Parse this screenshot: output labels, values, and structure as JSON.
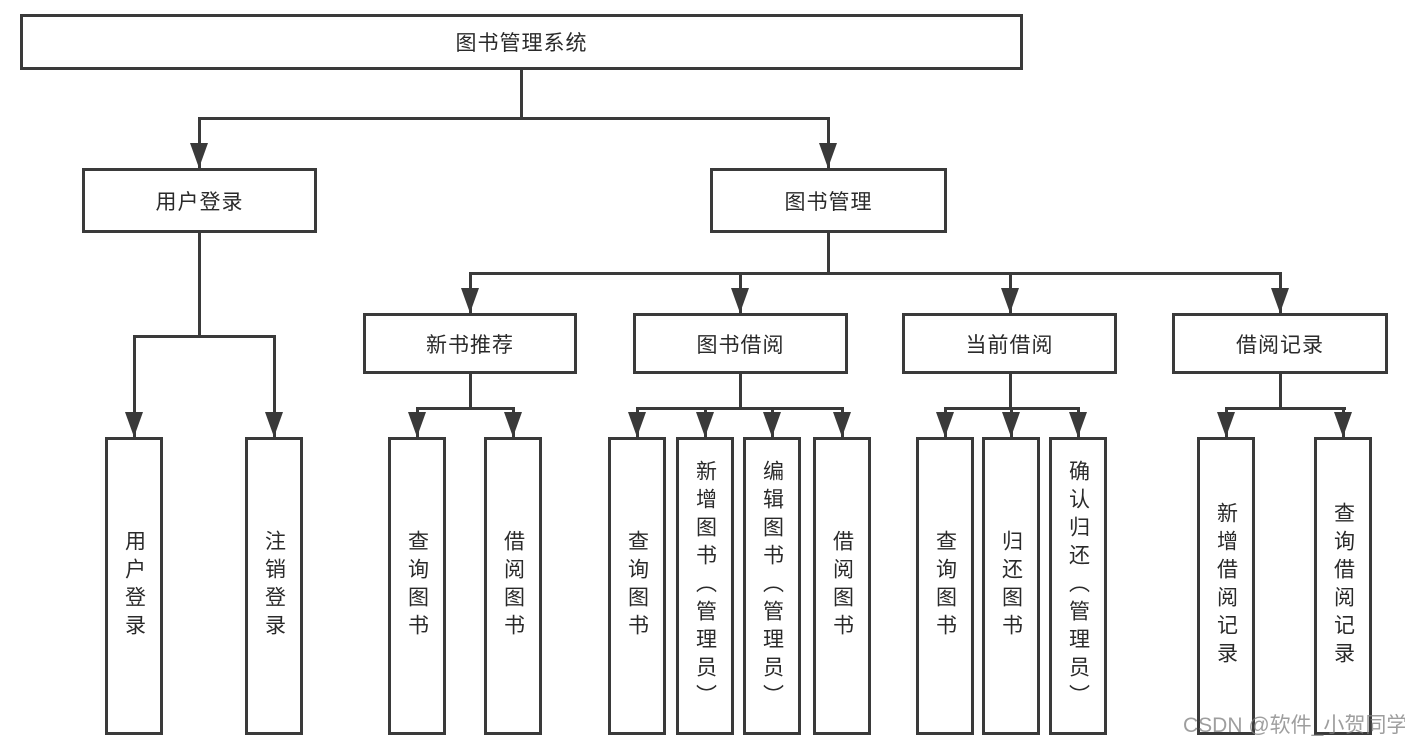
{
  "diagram": {
    "root": {
      "label": "图书管理系统"
    },
    "level2": [
      {
        "label": "用户登录"
      },
      {
        "label": "图书管理"
      }
    ],
    "level3": [
      {
        "label": "新书推荐"
      },
      {
        "label": "图书借阅"
      },
      {
        "label": "当前借阅"
      },
      {
        "label": "借阅记录"
      }
    ],
    "leaves": [
      {
        "label": "用户登录"
      },
      {
        "label": "注销登录"
      },
      {
        "label": "查询图书"
      },
      {
        "label": "借阅图书"
      },
      {
        "label": "查询图书"
      },
      {
        "label": "新增图书（管理员）"
      },
      {
        "label": "编辑图书（管理员）"
      },
      {
        "label": "借阅图书"
      },
      {
        "label": "查询图书"
      },
      {
        "label": "归还图书"
      },
      {
        "label": "确认归还（管理员）"
      },
      {
        "label": "新增借阅记录"
      },
      {
        "label": "查询借阅记录"
      }
    ]
  },
  "watermark": {
    "text": "CSDN @软件_小贺同学"
  },
  "colors": {
    "line": "#3a3a3a",
    "text": "#2a2a2a",
    "watermark": "#7d7d7d",
    "background": "#ffffff"
  }
}
